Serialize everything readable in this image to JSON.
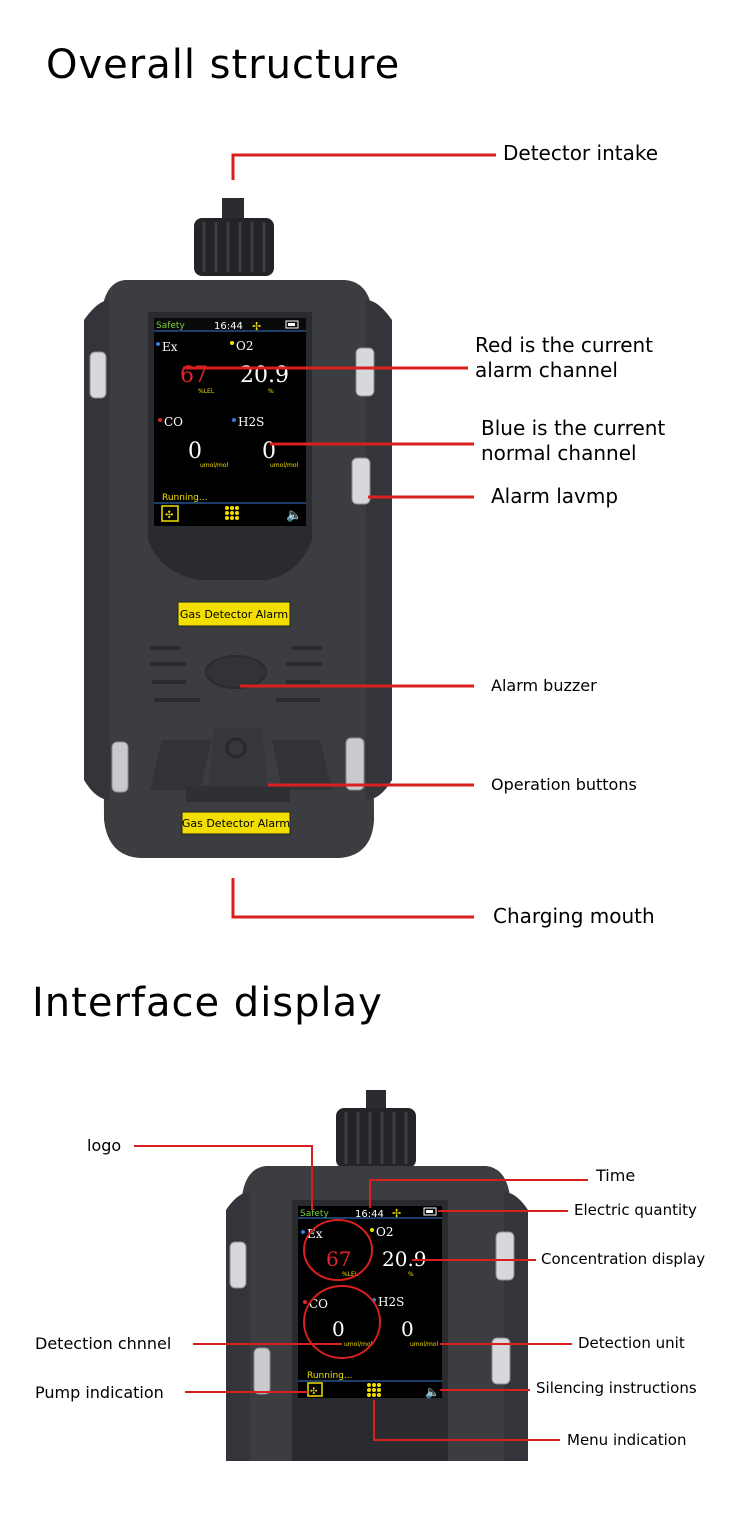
{
  "section1": {
    "title": "Overall structure",
    "callouts": {
      "intake": "Detector intake",
      "red_channel": "Red is the current\nalarm channel",
      "blue_channel": "Blue is the current\nnormal channel",
      "alarm_lamp": "Alarm lavmp",
      "buzzer": "Alarm buzzer",
      "buttons": "Operation buttons",
      "charging": "Charging mouth"
    }
  },
  "section2": {
    "title": "Interface display",
    "callouts": {
      "logo": "logo",
      "time": "Time",
      "electric": "Electric quantity",
      "concentration": "Concentration display",
      "channel": "Detection chnnel",
      "unit": "Detection unit",
      "pump": "Pump indication",
      "silencing": "Silencing instructions",
      "menu": "Menu indication"
    }
  },
  "device": {
    "label": "Gas Detector Alarm",
    "screen": {
      "mode": "Safety",
      "time": "16:44",
      "status": "Running...",
      "channels": [
        {
          "name": "Ex",
          "value": "67",
          "unit": "%LEL"
        },
        {
          "name": "O2",
          "value": "20.9",
          "unit": "%"
        },
        {
          "name": "CO",
          "value": "0",
          "unit": "umol/mol"
        },
        {
          "name": "H2S",
          "value": "0",
          "unit": "umol/mol"
        }
      ]
    }
  },
  "colors": {
    "callout_line": "#d9201e",
    "device_body": "#3c3d41",
    "screen_bg": "#000000",
    "alarm_value": "#e0242a",
    "label_yellow": "#f2df00",
    "status_green": "#7ad33a"
  }
}
